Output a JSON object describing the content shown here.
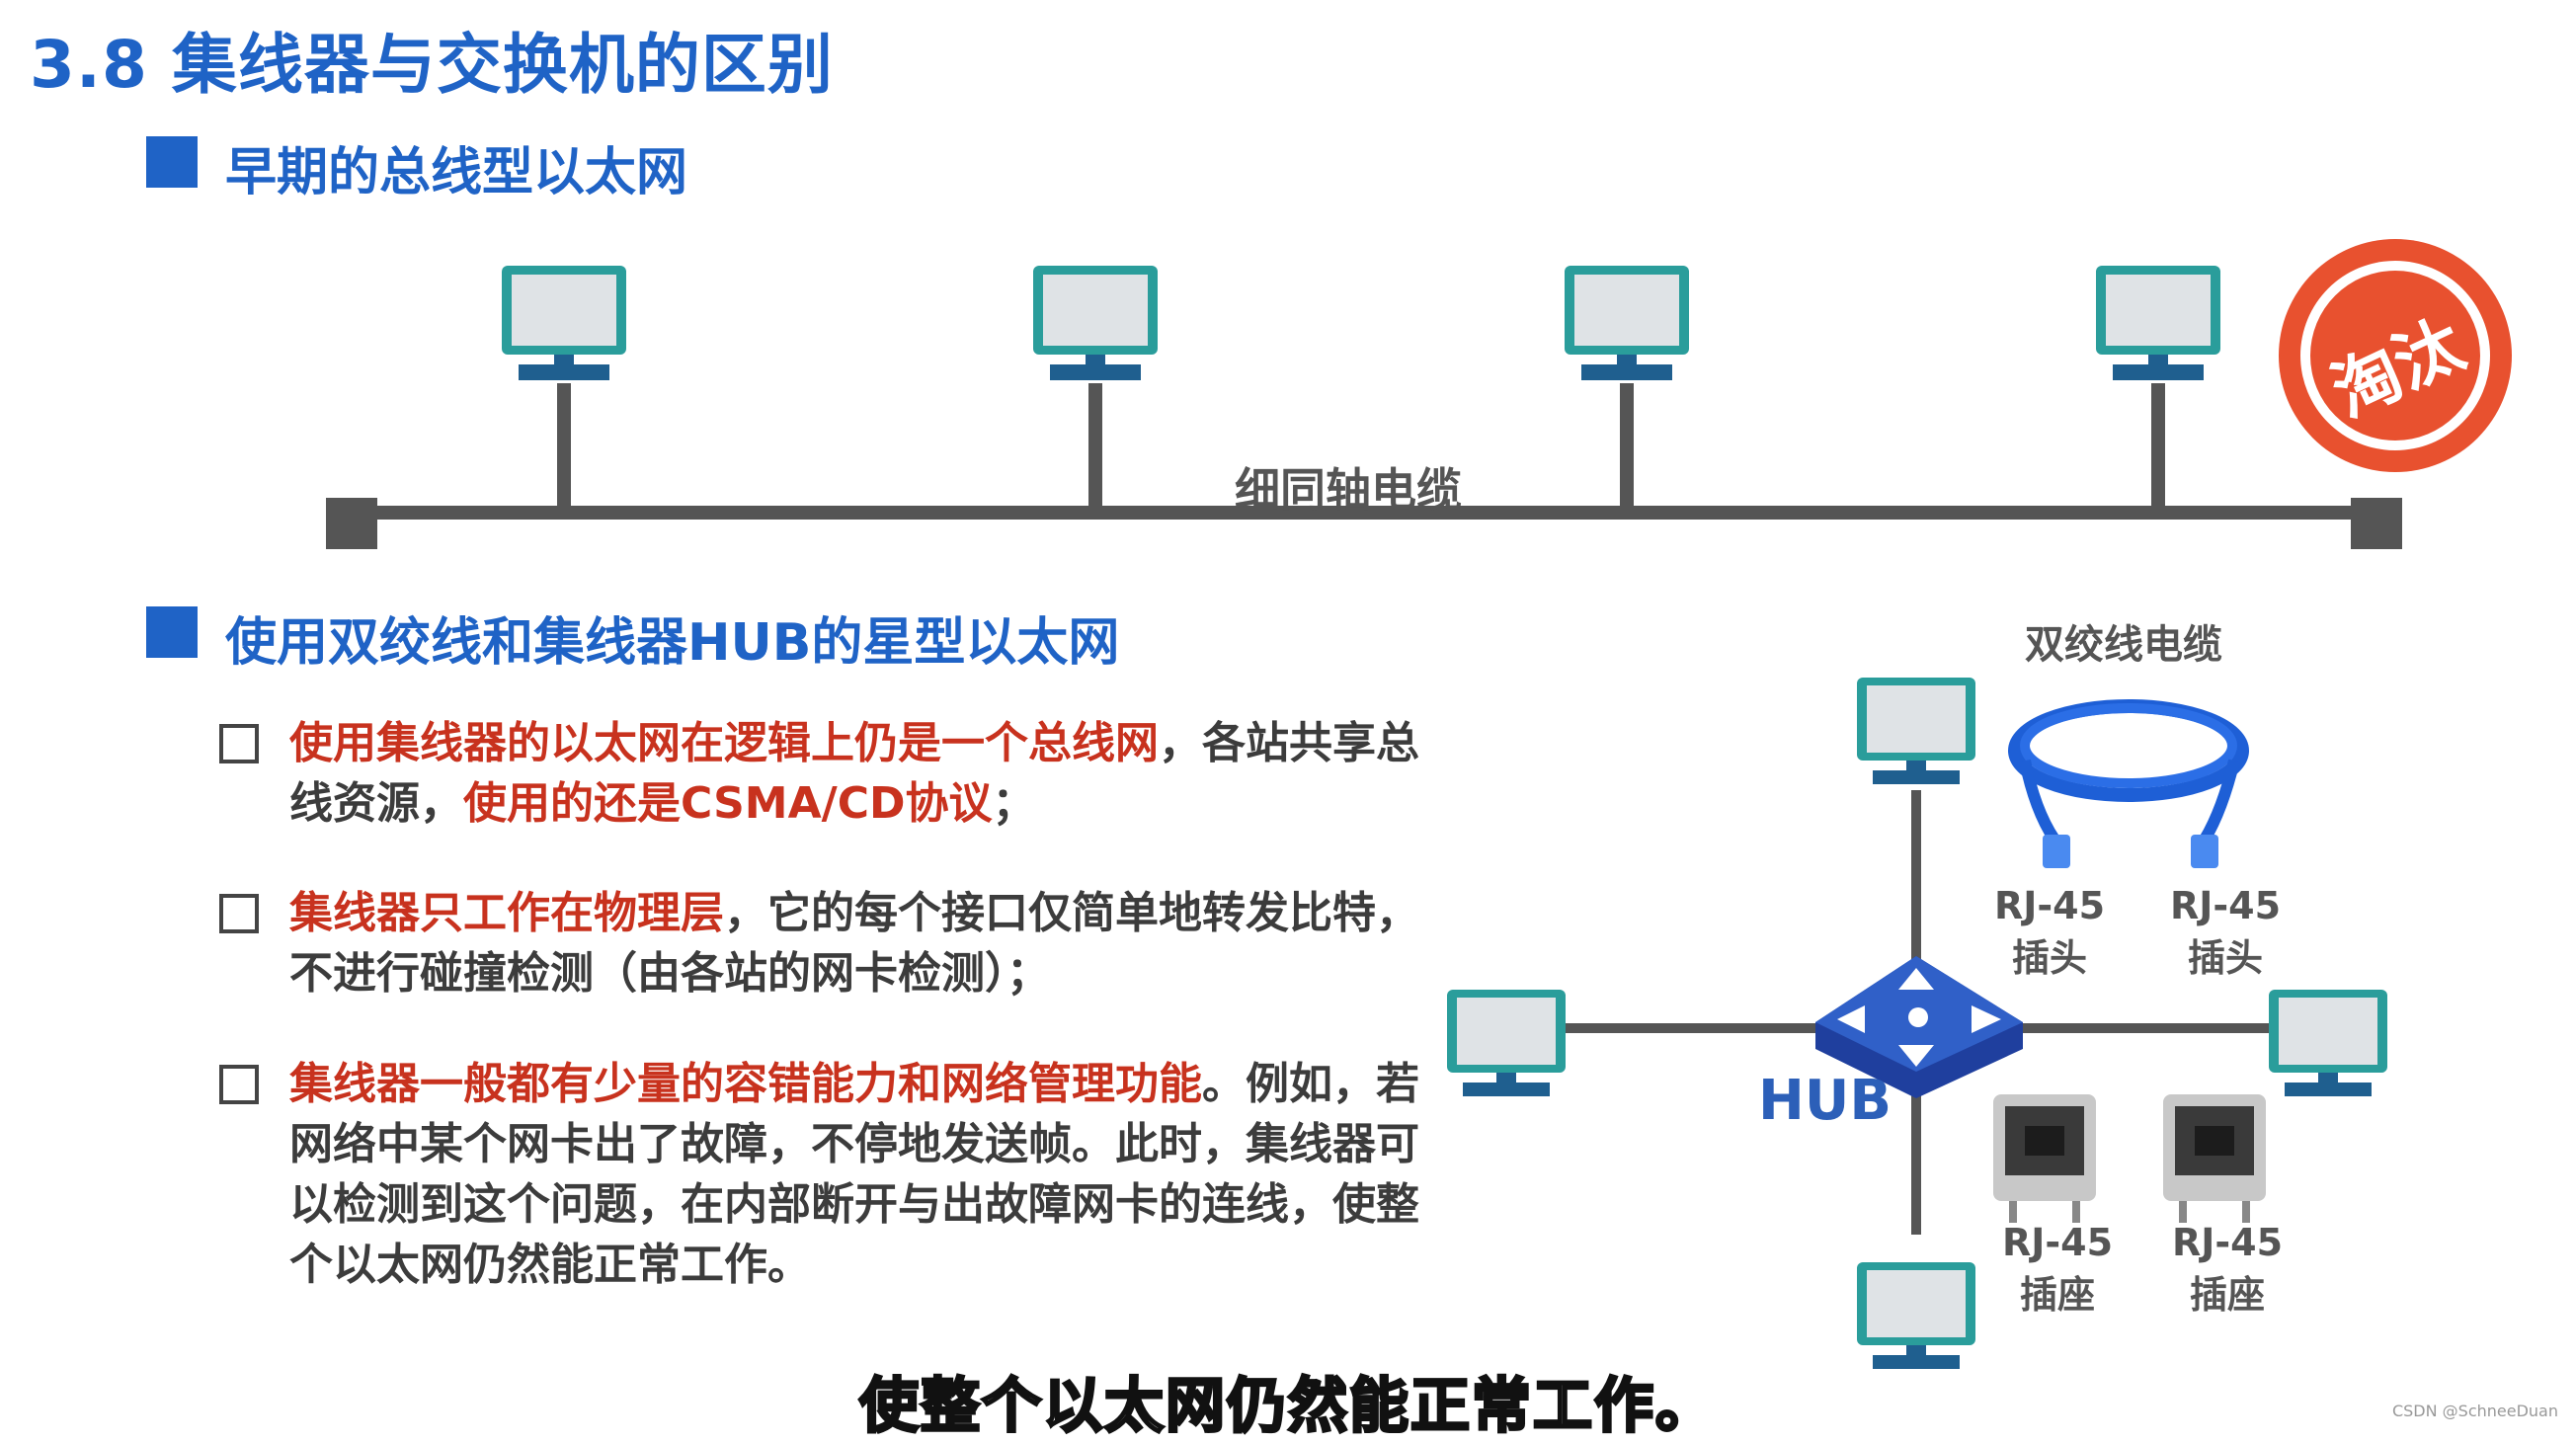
{
  "title": "3.8 集线器与交换机的区别",
  "section1": {
    "title": "早期的总线型以太网",
    "cable_label": "细同轴电缆",
    "stamp": "淘汰"
  },
  "section2": {
    "title": "使用双绞线和集线器HUB的星型以太网",
    "bullets": [
      {
        "red": "使用集线器的以太网在逻辑上仍是一个总线网",
        "p1": "，各站共享总线资源，",
        "red2": "使用的还是CSMA/CD协议",
        "p2": "；"
      },
      {
        "red": "集线器只工作在物理层",
        "p1": "，它的每个接口仅简单地转发比特，不进行碰撞检测（由各站的网卡检测）；",
        "red2": "",
        "p2": ""
      },
      {
        "red": "集线器一般都有少量的容错能力和网络管理功能",
        "p1": "。例如，若网络中某个网卡出了故障，不停地发送帧。此时，集线器可以检测到这个问题，在内部断开与出故障网卡的连线，使整个以太网仍然能正常工作。",
        "red2": "",
        "p2": ""
      }
    ],
    "twisted_pair_label": "双绞线电缆",
    "hub_label": "HUB",
    "rj45_plug_1": [
      "RJ-45",
      "插头"
    ],
    "rj45_plug_2": [
      "RJ-45",
      "插头"
    ],
    "rj45_jack_1": [
      "RJ-45",
      "插座"
    ],
    "rj45_jack_2": [
      "RJ-45",
      "插座"
    ]
  },
  "subtitle": "使整个以太网仍然能正常工作。",
  "watermark": "CSDN @SchneeDuan",
  "colors": {
    "accent": "#1f63c6",
    "red": "#c8321e",
    "stamp": "#e8512f",
    "cable": "#555555",
    "monitor": "#2a9d9b",
    "plug_cable": "#1e5fd6"
  }
}
